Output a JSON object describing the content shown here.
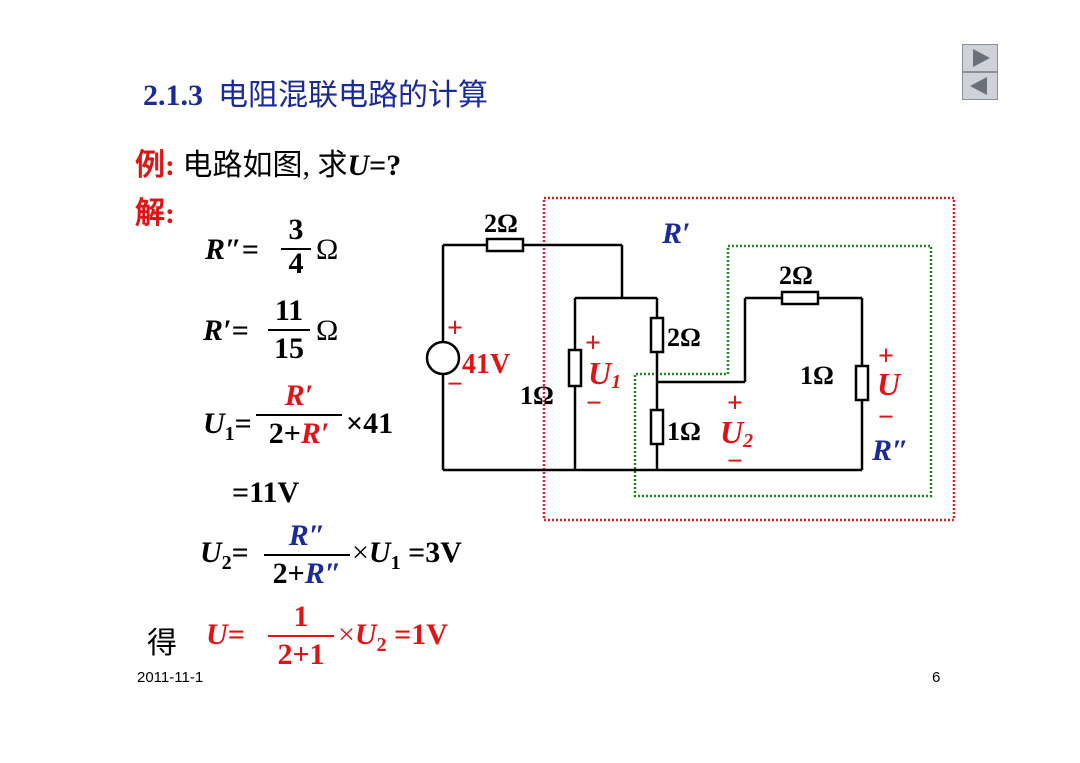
{
  "title": {
    "number": "2.1.3",
    "text": "电阻混联电路的计算"
  },
  "example": {
    "label": "例:",
    "text": "电路如图,",
    "ask": "求",
    "var": "U",
    "eq": "=?"
  },
  "solution_label": "解:",
  "formulas": {
    "r2_lhs": "R″=",
    "r2_num": "3",
    "r2_den": "4",
    "r2_unit": "Ω",
    "r1_lhs": "R′=",
    "r1_num": "11",
    "r1_den": "15",
    "r1_unit": "Ω",
    "u1_lhs": "U",
    "u1_sub": "1",
    "u1_eq": "=",
    "u1_num": "R′",
    "u1_den_a": "2+",
    "u1_den_b": "R′",
    "u1_times": "×41",
    "u1_result": "=11V",
    "u2_lhs": "U",
    "u2_sub": "2",
    "u2_eq": "=",
    "u2_num": "R″",
    "u2_den_a": "2+",
    "u2_den_b": "R″",
    "u2_times": "×",
    "u2_u1": "U",
    "u2_u1_sub": "1",
    "u2_result": "=3V",
    "final_label": "得",
    "final_lhs": "U=",
    "final_num": "1",
    "final_den": "2+1",
    "final_times": "×",
    "final_u2": "U",
    "final_u2_sub": "2",
    "final_result": "=1V"
  },
  "circuit": {
    "r_top": "2Ω",
    "r_mid_top": "2Ω",
    "r_right_top": "2Ω",
    "r_left_1": "1Ω",
    "r_mid_bottom": "1Ω",
    "r_right": "1Ω",
    "source": "41V",
    "plus": "+",
    "minus": "−",
    "u1": "U",
    "u1_sub": "1",
    "u2": "U",
    "u2_sub": "2",
    "u": "U",
    "r_prime": "R′",
    "r_dprime": "R″"
  },
  "footer": {
    "date": "2011-11-1",
    "page": "6"
  },
  "colors": {
    "title_blue": "#1a2a9a",
    "accent_red": "#e01414",
    "box_red": "#d02020",
    "box_green": "#1c8a1c"
  }
}
